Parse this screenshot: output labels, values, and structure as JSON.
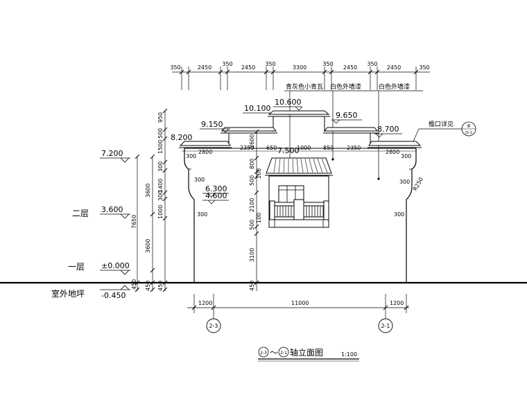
{
  "top_dims": [
    "350",
    "2450",
    "350",
    "2450",
    "350",
    "3300",
    "350",
    "2450",
    "350",
    "2450",
    "350"
  ],
  "bottom_dims": [
    "1200",
    "11000",
    "1200"
  ],
  "axis_left": "2-3",
  "axis_right": "2-1",
  "title": {
    "prefix_circle": "2-3",
    "tilde": "～",
    "suffix_circle": "2-1",
    "text": "轴立面图",
    "scale": "1:100"
  },
  "annotations": {
    "tile": "青灰色小青瓦",
    "wall1": "白色外墙漆",
    "wall2": "白色外墙漆",
    "cornice": "檐口详见",
    "detail_num": "8",
    "detail_sheet": "JS-1"
  },
  "elevations": {
    "e7200": "7.200",
    "e3600": "3.600",
    "e0": "±0.000",
    "em0450": "-0.450",
    "e10100": "10.100",
    "e10600": "10.600",
    "e9150": "9.150",
    "e9650": "9.650",
    "e8700": "8.700",
    "e8200": "8.200",
    "e7500": "7.500",
    "e6300": "6.300",
    "e4600": "4.600"
  },
  "floor_labels": {
    "f2": "二层",
    "f1": "一层",
    "ground": "室外地坪"
  },
  "left_dims_outer": [
    "450",
    "7650"
  ],
  "left_dims_mid": [
    "450",
    "3600",
    "3600"
  ],
  "left_dims_inner": [
    "950",
    "500",
    "1500",
    "1000",
    "300",
    "1400",
    "300"
  ],
  "mid_dims_vertical": [
    "450",
    "3100",
    "500",
    "2100",
    "500",
    "800",
    "2600",
    "100"
  ],
  "inner_dims": [
    "2800",
    "2350",
    "650",
    "1000",
    "850",
    "2350",
    "2800"
  ],
  "side_dims": [
    "300",
    "300",
    "300",
    "300",
    "300",
    "300"
  ],
  "radius": "R250"
}
